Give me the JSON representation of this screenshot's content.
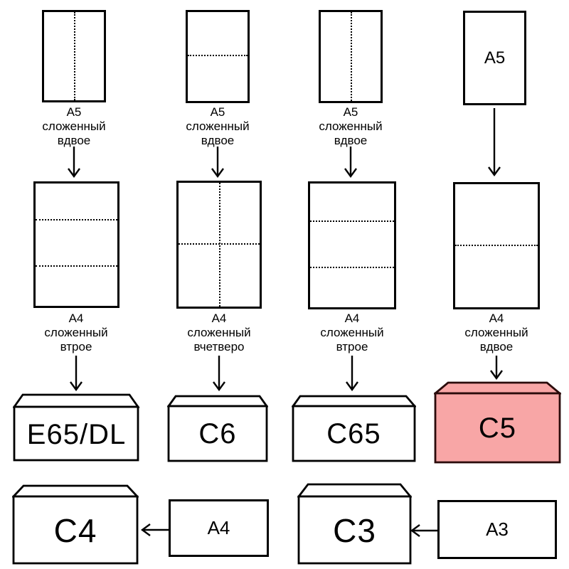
{
  "diagram": {
    "columns": [
      {
        "top_sheet": {
          "fold": "vertical-half",
          "label_lines": [
            "A5",
            "сложенный",
            "вдвое"
          ]
        },
        "mid_sheet": {
          "fold": "thirds-horizontal",
          "label_lines": [
            "A4",
            "сложенный",
            "втрое"
          ]
        },
        "envelope": {
          "label": "E65/DL",
          "highlighted": false
        }
      },
      {
        "top_sheet": {
          "fold": "horizontal-half",
          "label_lines": [
            "A5",
            "сложенный",
            "вдвое"
          ]
        },
        "mid_sheet": {
          "fold": "quarters-cross",
          "label_lines": [
            "A4",
            "сложенный",
            "вчетверо"
          ]
        },
        "envelope": {
          "label": "C6",
          "highlighted": false
        }
      },
      {
        "top_sheet": {
          "fold": "vertical-half",
          "label_lines": [
            "A5",
            "сложенный",
            "вдвое"
          ]
        },
        "mid_sheet": {
          "fold": "thirds-horizontal",
          "label_lines": [
            "A4",
            "сложенный",
            "втрое"
          ]
        },
        "envelope": {
          "label": "C65",
          "highlighted": false
        }
      },
      {
        "top_sheet": {
          "fold": "none",
          "inner_label": "A5"
        },
        "mid_sheet": {
          "fold": "horizontal-half",
          "label_lines": [
            "A4",
            "сложенный",
            "вдвое"
          ]
        },
        "envelope": {
          "label": "C5",
          "highlighted": true
        }
      }
    ],
    "bottom_row": [
      {
        "envelope_label": "C4",
        "sheet_label": "A4"
      },
      {
        "envelope_label": "C3",
        "sheet_label": "A3"
      }
    ],
    "colors": {
      "ink": "#000000",
      "highlight_fill": "#F8A6A6",
      "highlight_stroke": "#2B0B0B",
      "paper": "#FFFFFF"
    }
  }
}
